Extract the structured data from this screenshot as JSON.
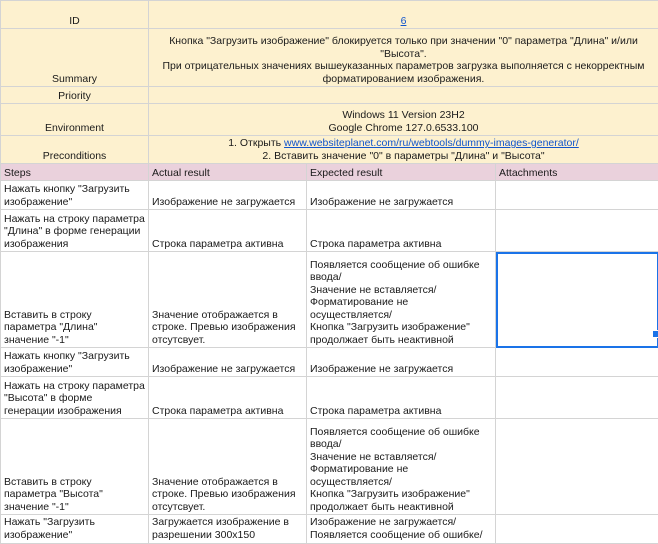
{
  "header": {
    "id_label": "ID",
    "id_value": "6",
    "summary_label": "Summary",
    "summary_value": "Кнопка \"Загрузить изображение\" блокируется только при значении \"0\" параметра \"Длина\" и/или \"Высота\".\nПри отрицательных значениях вышеуказанных параметров загрузка выполняется с некорректным форматированием изображения.",
    "priority_label": "Priority",
    "priority_value": "",
    "environment_label": "Environment",
    "environment_value": "Windows 11 Version 23H2\nGoogle Chrome 127.0.6533.100",
    "preconditions_label": "Preconditions",
    "precondition_1_prefix": "1. Открыть ",
    "precondition_1_link": "www.websiteplanet.com/ru/webtools/dummy-images-generator/",
    "precondition_2": "2. Вставить значение \"0\" в параметры \"Длина\" и \"Высота\""
  },
  "columns": [
    "Steps",
    "Actual result",
    "Expected result",
    "Attachments"
  ],
  "rows": [
    {
      "steps": "Нажать кнопку \"Загрузить изображение\"",
      "actual": "Изображение не загружается",
      "expected": "Изображение не загружается",
      "attachments": ""
    },
    {
      "steps": "Нажать на строку параметра \"Длина\" в форме генерации изображения",
      "actual": "Строка параметра активна",
      "expected": "Строка параметра активна",
      "attachments": ""
    },
    {
      "steps": "Вставить в строку параметра \"Длина\" значение \"-1\"",
      "actual": "Значение отображается в строке. Превью изображения отсутсвует.",
      "expected": "Появляется сообщение об ошибке ввода/\nЗначение не вставляется/\nФорматирование не осуществляется/\nКнопка \"Загрузить изображение\" продолжает быть неактивной",
      "attachments": ""
    },
    {
      "steps": "Нажать кнопку \"Загрузить изображение\"",
      "actual": "Изображение не загружается",
      "expected": "Изображение не загружается",
      "attachments": ""
    },
    {
      "steps": "Нажать на строку параметра \"Высота\" в форме генерации изображения",
      "actual": "Строка параметра активна",
      "expected": "Строка параметра активна",
      "attachments": ""
    },
    {
      "steps": "Вставить в строку параметра \"Высота\" значение \"-1\"",
      "actual": "Значение отображается в строке. Превью изображения отсутсвует.",
      "expected": "Появляется сообщение об ошибке ввода/\nЗначение не вставляется/\nФорматирование не осуществляется/\nКнопка \"Загрузить изображение\" продолжает быть неактивной",
      "attachments": ""
    },
    {
      "steps": "Нажать \"Загрузить изображение\"",
      "actual": "Загружается изображение в разрешении 300x150",
      "expected": "Изображение не загружается/\nПоявляется сообщение об ошибке/",
      "attachments": ""
    }
  ],
  "colors": {
    "header_bg": "#fdf1cf",
    "column_header_bg": "#ead1dc",
    "link": "#1155cc",
    "selection": "#1a73e8"
  }
}
